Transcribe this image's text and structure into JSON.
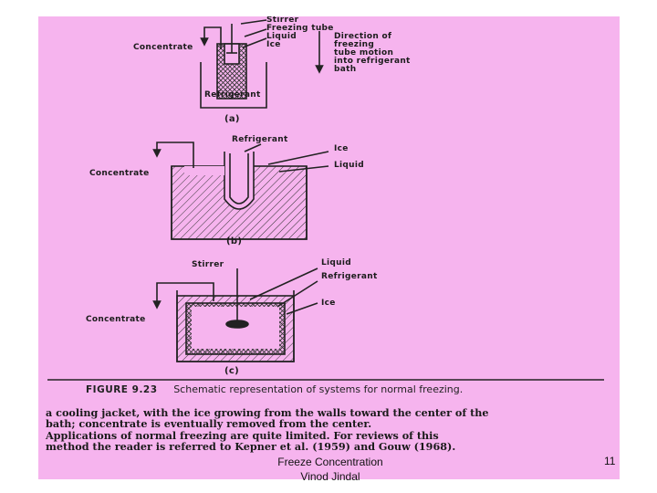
{
  "figure": {
    "panel_a": {
      "stirrer": "Stirrer",
      "freezing_tube": "Freezing tube",
      "liquid": "Liquid",
      "ice": "Ice",
      "concentrate": "Concentrate",
      "direction": [
        "Direction of",
        "freezing",
        "tube motion",
        "into refrigerant",
        "bath"
      ],
      "refrigerant": "Refrigerant",
      "tag": "(a)"
    },
    "panel_b": {
      "refrigerant": "Refrigerant",
      "ice": "Ice",
      "liquid": "Liquid",
      "concentrate": "Concentrate",
      "tag": "(b)"
    },
    "panel_c": {
      "stirrer": "Stirrer",
      "liquid": "Liquid",
      "refrigerant": "Refrigerant",
      "ice": "Ice",
      "concentrate": "Concentrate",
      "tag": "(c)"
    },
    "caption_number": "FIGURE 9.23",
    "caption_text": "Schematic representation of systems for normal freezing."
  },
  "body_lines": [
    "a cooling jacket, with the ice growing from the walls toward the center of the",
    "bath; concentrate is eventually removed from the center.",
    "     Applications of normal freezing are quite limited. For reviews of this",
    "method the reader is referred to Kepner et al. (1959) and Gouw (1968)."
  ],
  "footer": {
    "title": "Freeze Concentration",
    "author": "Vinod Jindal",
    "page": "11"
  }
}
